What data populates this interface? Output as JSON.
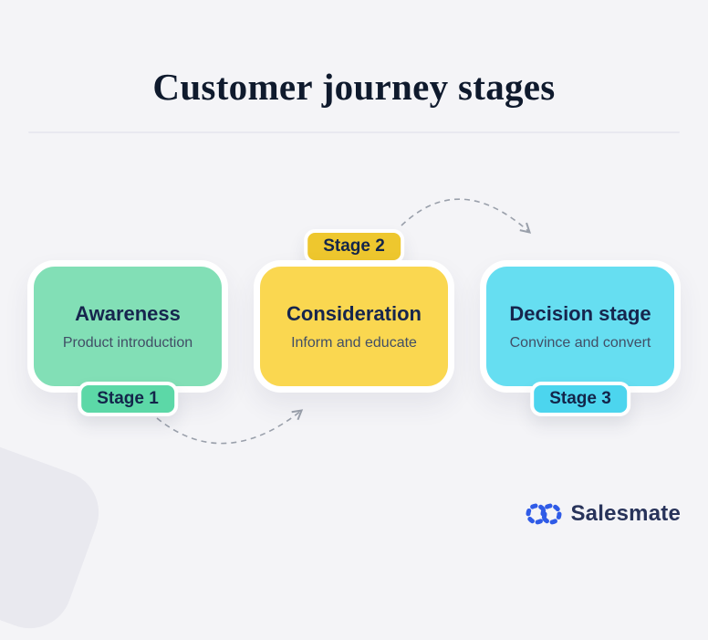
{
  "title": "Customer journey stages",
  "stages": [
    {
      "badge_label": "Stage 1",
      "name": "Awareness",
      "description": "Product introduction",
      "card_color": "#82dfb6",
      "badge_color": "#5cd8a7",
      "badge_position": "bottom"
    },
    {
      "badge_label": "Stage 2",
      "name": "Consideration",
      "description": "Inform and educate",
      "card_color": "#fad750",
      "badge_color": "#eec72e",
      "badge_position": "top"
    },
    {
      "badge_label": "Stage 3",
      "name": "Decision stage",
      "description": "Convince and convert",
      "card_color": "#66def1",
      "badge_color": "#4cd5ee",
      "badge_position": "bottom"
    }
  ],
  "connectors": {
    "style": "dashed-curved-arrow",
    "color": "#9aa0ab"
  },
  "branding": {
    "logo_text": "Salesmate",
    "logo_icon": "chain-links-icon",
    "logo_icon_color": "#2f5be7",
    "logo_text_color": "#28335a"
  }
}
